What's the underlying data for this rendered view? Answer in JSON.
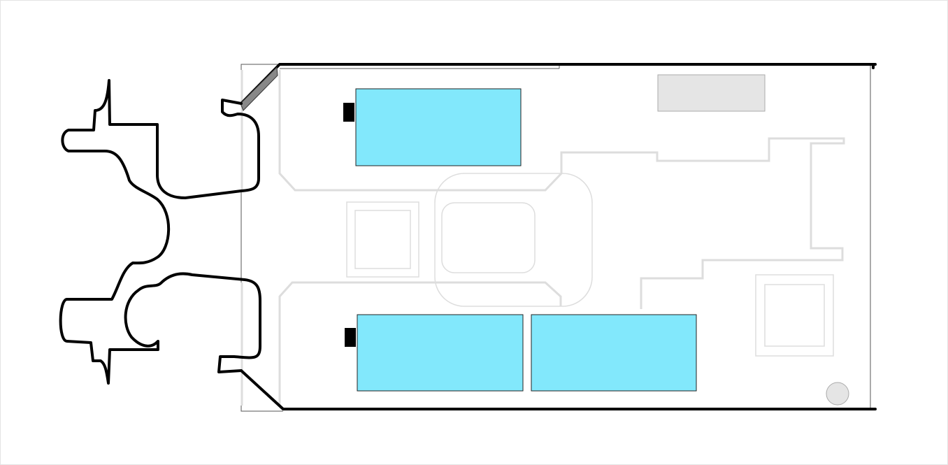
{
  "diagram": {
    "kind": "building floor plan outline",
    "labels": [],
    "colors": {
      "wall": "#000000",
      "faint_outline": "#dddddd",
      "frame": "#555555",
      "room_fill": "#82e8fc",
      "room_stroke": "#222222",
      "grey_block": "#e5e5e5",
      "grey_block_stroke": "#aaaaaa",
      "circle_fill": "#e5e5e5",
      "background": "#ffffff"
    },
    "elements": {
      "cyan_rooms": 3,
      "black_markers": 2,
      "grey_blocks": 1,
      "circles": 1,
      "faint_squares": 3
    }
  }
}
